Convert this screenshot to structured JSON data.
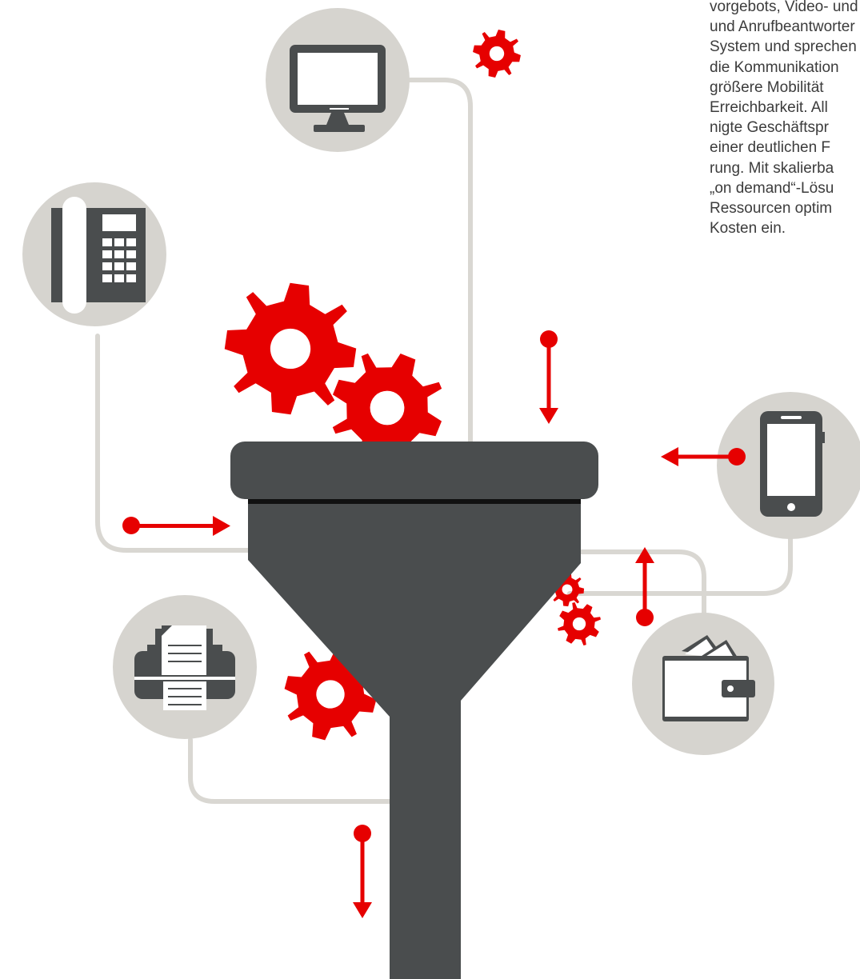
{
  "text_lines": [
    "vorgebots, Video- und",
    "und Anrufbeantworter",
    "System und sprechen",
    "die Kommunikation",
    "größere Mobilität",
    "Erreichbarkeit. All",
    "nigte Geschäftspr",
    "einer deutlichen F",
    "rung. Mit skalierba",
    "„on demand“-Lösu",
    "Ressourcen optim",
    "Kosten ein."
  ],
  "icons": [
    "monitor-icon",
    "desk-phone-icon",
    "smartphone-icon",
    "fax-printer-icon",
    "wallet-icon",
    "gear-icon",
    "funnel-icon"
  ],
  "colors": {
    "accent": "#e60000",
    "funnel": "#4a4d4e",
    "circle": "#d6d4cf",
    "connector": "#d9d7d2",
    "text": "#3c3c3c"
  }
}
